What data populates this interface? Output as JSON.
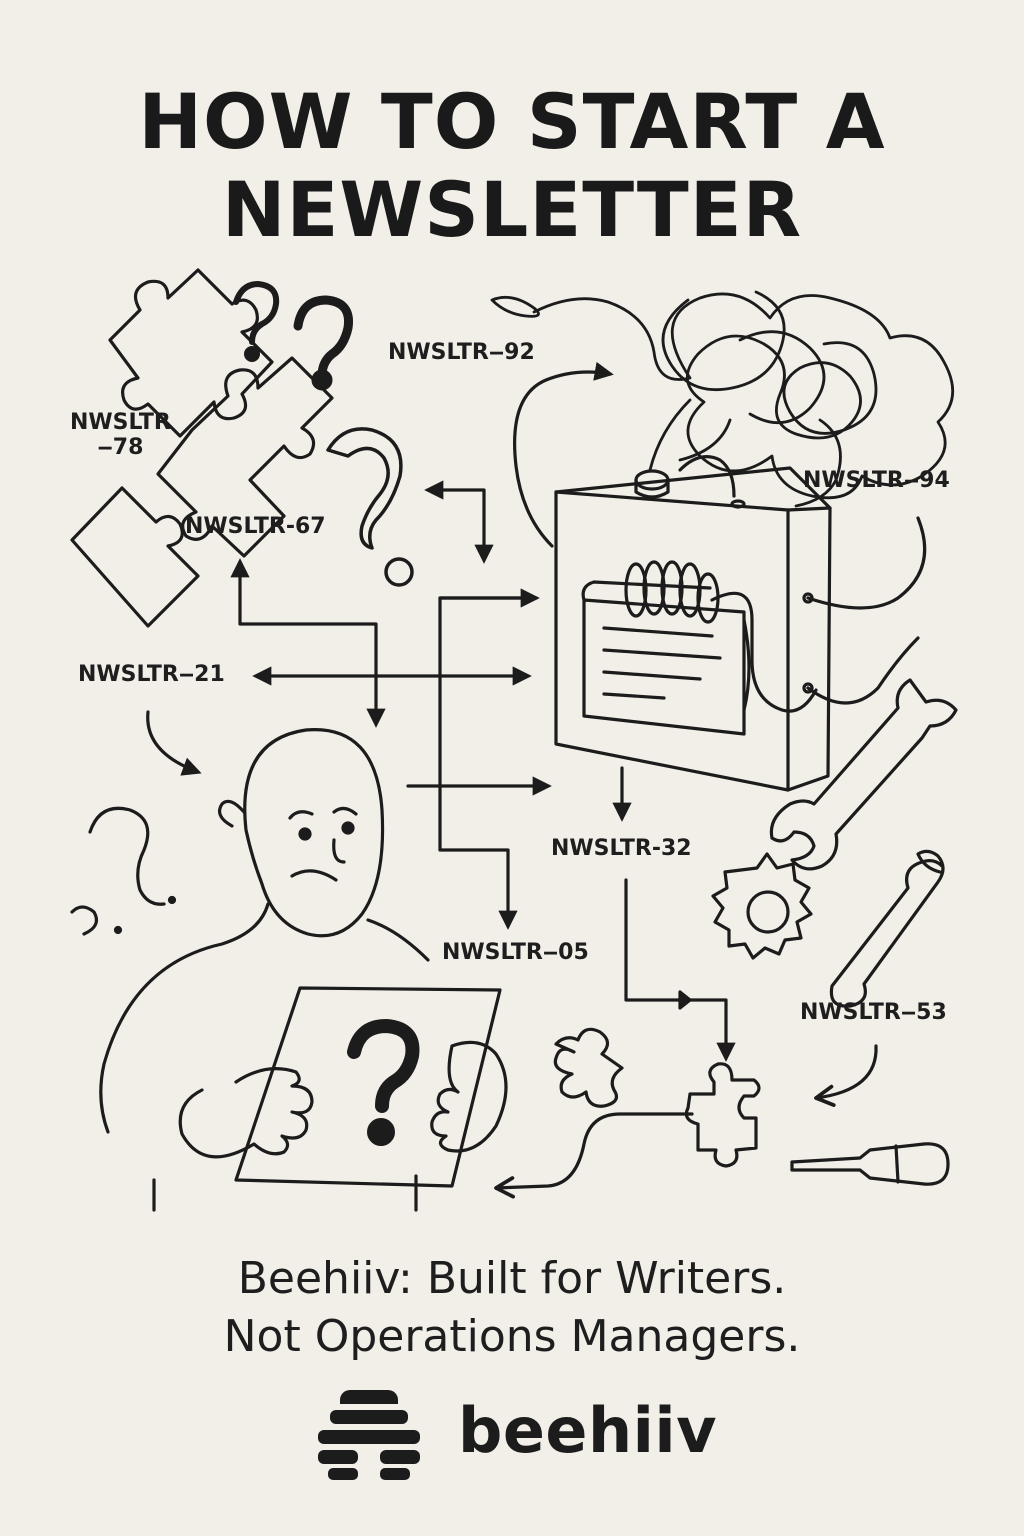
{
  "title": {
    "line1": "HOW TO START A",
    "line2": "NEWSLETTER"
  },
  "labels": {
    "nwsltr_92": "NWSLTR‒92",
    "nwsltr_78_line1": "NWSLTR",
    "nwsltr_78_line2": "‒78",
    "nwsltr_94": "NWSLTR‒94",
    "nwsltr_67": "NWSLTR-67",
    "nwsltr_21": "NWSLTR‒21",
    "nwsltr_32": "NWSLTR-32",
    "nwsltr_05": "NWSLTR‒05",
    "nwsltr_53": "NWSLTR‒53"
  },
  "tagline": {
    "line1": "Beehiiv: Built for Writers.",
    "line2": "Not Operations Managers."
  },
  "brand": {
    "name": "beehiiv",
    "logo_icon": "beehive-icon"
  },
  "colors": {
    "background": "#f2efe9",
    "ink": "#1c1c1c"
  }
}
